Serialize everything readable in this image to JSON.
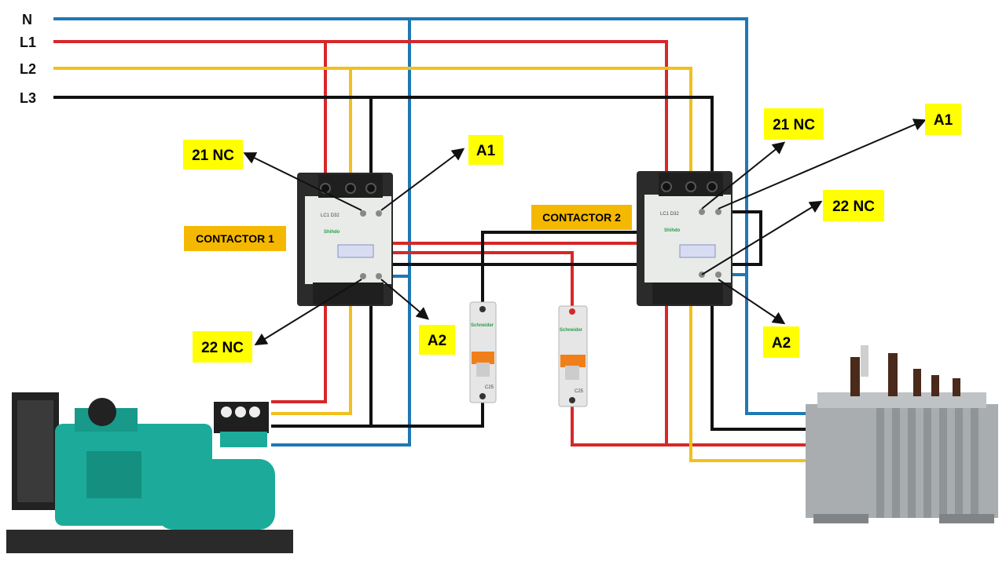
{
  "bus_labels": {
    "n": "N",
    "l1": "L1",
    "l2": "L2",
    "l3": "L3"
  },
  "contactor_1": {
    "title": "CONTACTOR 1",
    "label_21nc": "21 NC",
    "label_22nc": "22 NC",
    "label_a1": "A1",
    "label_a2": "A2",
    "brand": "Shihdo",
    "model": "LC1 D32"
  },
  "contactor_2": {
    "title": "CONTACTOR 2",
    "label_21nc": "21 NC",
    "label_22nc": "22 NC",
    "label_a1": "A1",
    "label_a2": "A2",
    "brand": "Shihdo",
    "model": "LC1 D32"
  },
  "breaker_1": {
    "brand": "Schneider",
    "rating": "C25"
  },
  "breaker_2": {
    "brand": "Schneider",
    "rating": "C25"
  },
  "colors": {
    "neutral": "#1f78b4",
    "l1": "#d62828",
    "l2": "#f0c020",
    "l3": "#111111",
    "label_bg": "#ffff00",
    "contactor_tag_bg": "#f5b800",
    "generator": "#1cab9a",
    "transformer": "#a9adb0"
  },
  "icons": {
    "generator": "diesel-generator-icon",
    "transformer": "power-transformer-icon",
    "contactor": "contactor-icon",
    "breaker": "circuit-breaker-icon"
  }
}
